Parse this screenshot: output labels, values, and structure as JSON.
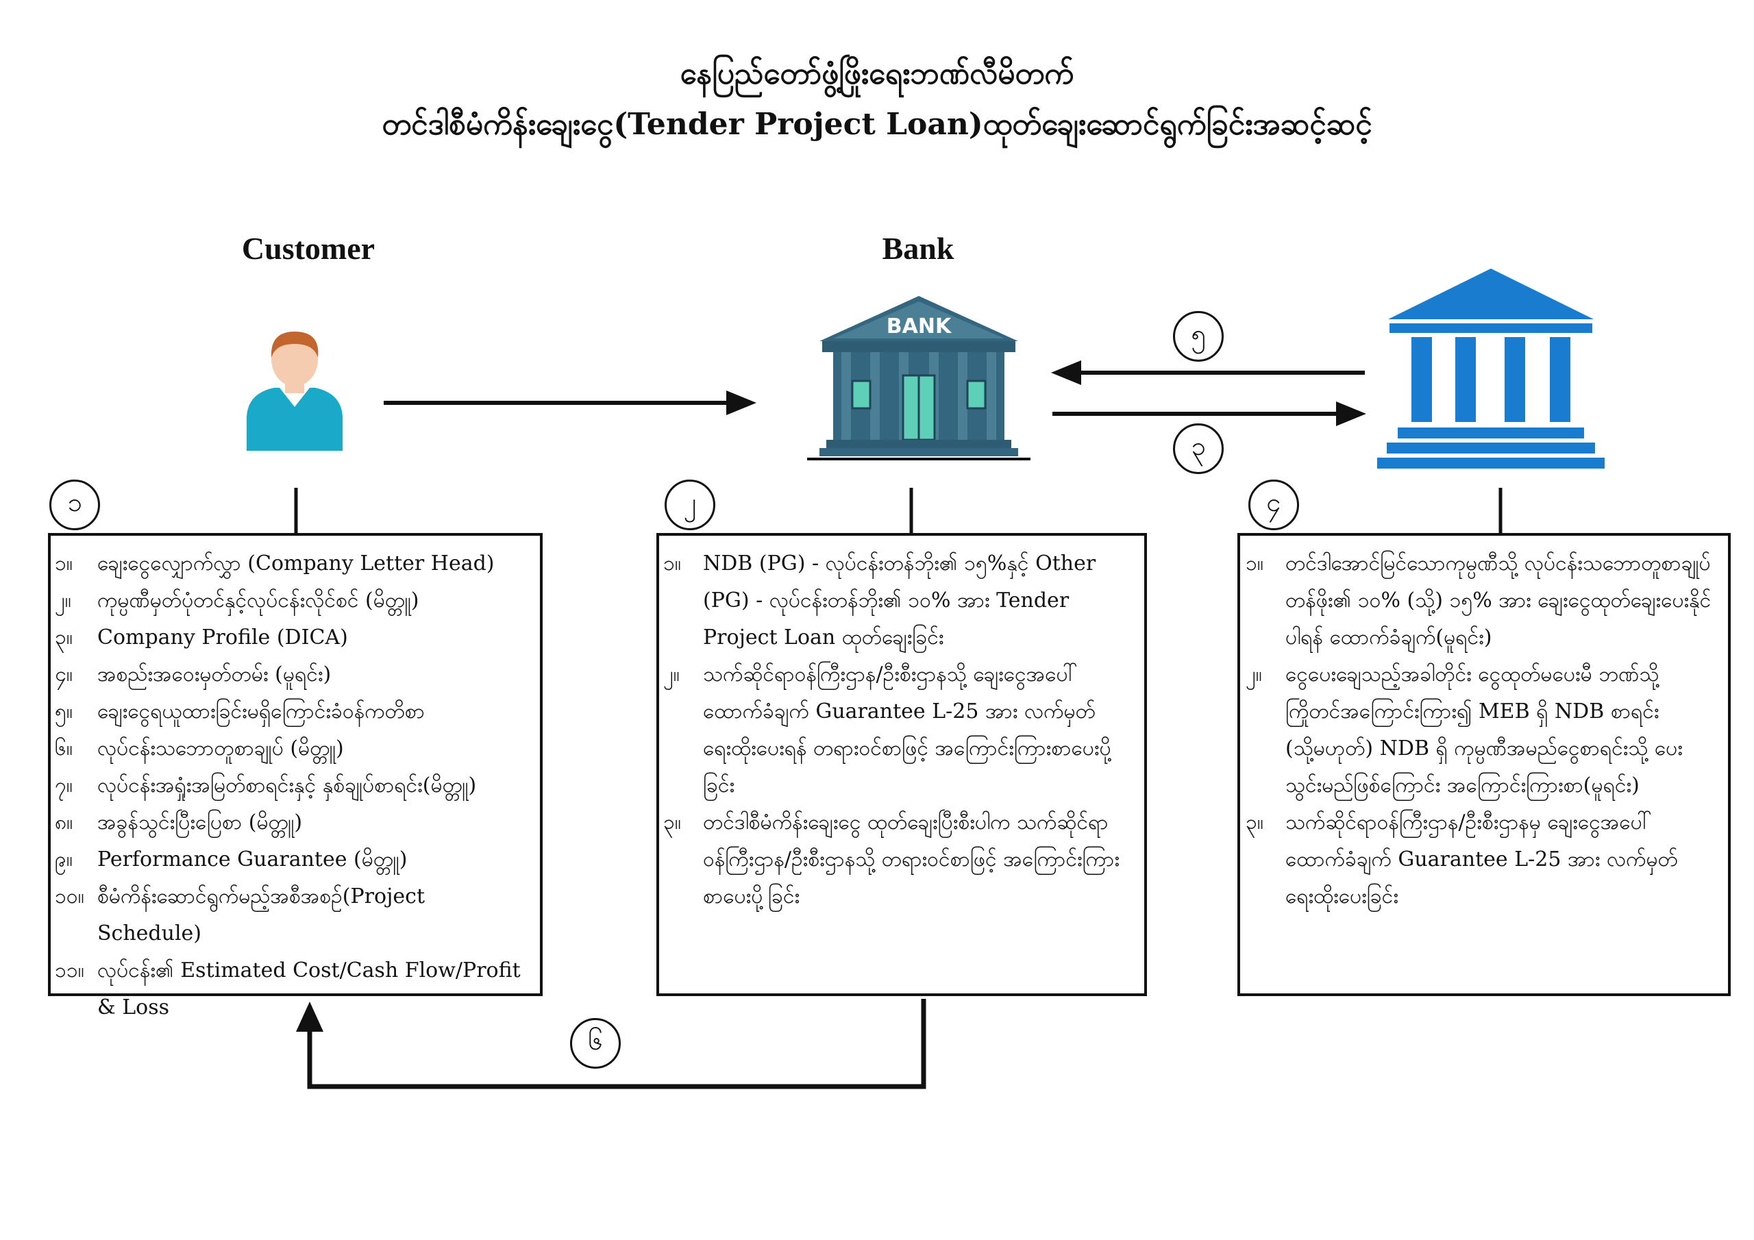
{
  "title_line1": "နေပြည်တော်ဖွံ့ဖြိုးရေးဘဏ်လီမိတက်",
  "title_line2": "တင်ဒါစီမံကိန်းချေးငွေ(Tender Project Loan)ထုတ်ချေးဆောင်ရွက်ခြင်းအဆင့်ဆင့်",
  "customer": {
    "heading": "Customer"
  },
  "bank": {
    "heading": "Bank",
    "sign": "BANK"
  },
  "steps": {
    "one": "၁",
    "two": "၂",
    "three": "၃",
    "four": "၄",
    "five": "၅",
    "six": "၆"
  },
  "customer_box": [
    {
      "num": "၁။",
      "text": "ချေးငွေလျှောက်လွှာ (Company Letter Head)"
    },
    {
      "num": "၂။",
      "text": "ကုမ္ပဏီမှတ်ပုံတင်နှင့်လုပ်ငန်းလိုင်စင် (မိတ္တူ)"
    },
    {
      "num": "၃။",
      "text": "Company Profile (DICA)"
    },
    {
      "num": "၄။",
      "text": "အစည်းအဝေးမှတ်တမ်း (မူရင်း)"
    },
    {
      "num": "၅။",
      "text": "ချေးငွေရယူထားခြင်းမရှိကြောင်းခံဝန်ကတိစာ"
    },
    {
      "num": "၆။",
      "text": "လုပ်ငန်းသဘောတူစာချုပ် (မိတ္တူ)"
    },
    {
      "num": "၇။",
      "text": "လုပ်ငန်းအရှုံးအမြတ်စာရင်းနှင့် နှစ်ချုပ်စာရင်း(မိတ္တူ)"
    },
    {
      "num": "၈။",
      "text": "အခွန်သွင်းပြီးပြေစာ (မိတ္တူ)"
    },
    {
      "num": "၉။",
      "text": "Performance Guarantee (မိတ္တူ)"
    },
    {
      "num": "၁၀။",
      "text": "စီမံကိန်းဆောင်ရွက်မည့်အစီအစဉ်(Project Schedule)"
    },
    {
      "num": "၁၁။",
      "text": "လုပ်ငန်း၏ Estimated Cost/Cash Flow/Profit & Loss"
    }
  ],
  "bank_box": [
    {
      "num": "၁။",
      "text": "NDB (PG) - လုပ်ငန်းတန်ဘိုး၏ ၁၅%နှင့် Other (PG) - လုပ်ငန်းတန်ဘိုး၏ ၁၀% အား Tender Project Loan ထုတ်ချေးခြင်း"
    },
    {
      "num": "၂။",
      "text": "သက်ဆိုင်ရာဝန်ကြီးဌာန/ဦးစီးဌာနသို့ ချေးငွေအပေါ်ထောက်ခံချက် Guarantee L-25 အား လက်မှတ်ရေးထိုးပေးရန် တရားဝင်စာဖြင့် အကြောင်းကြားစာပေးပို့ခြင်း"
    },
    {
      "num": "၃။",
      "text": "တင်ဒါစီမံကိန်းချေးငွေ ထုတ်ချေးပြီးစီးပါက သက်ဆိုင်ရာဝန်ကြီးဌာန/ဦးစီးဌာနသို့ တရားဝင်စာဖြင့် အကြောင်းကြားစာပေးပို့ခြင်း"
    }
  ],
  "ministry_box": [
    {
      "num": "၁။",
      "text": "တင်ဒါအောင်မြင်သောကုမ္ပဏီသို့ လုပ်ငန်းသဘောတူစာချုပ်တန်ဖိုး၏ ၁၀% (သို့) ၁၅% အား ချေးငွေထုတ်ချေးပေးနိုင်ပါရန် ထောက်ခံချက်(မူရင်း)"
    },
    {
      "num": "၂။",
      "text": "ငွေပေးချေသည့်အခါတိုင်း ငွေထုတ်မပေးမီ ဘဏ်သို့ ကြိုတင်အကြောင်းကြား၍ MEB ရှိ NDB စာရင်း (သို့မဟုတ်) NDB ရှိ ကုမ္ပဏီအမည်ငွေစာရင်းသို့ ပေးသွင်းမည်ဖြစ်ကြောင်း အကြောင်းကြားစာ(မူရင်း)"
    },
    {
      "num": "၃။",
      "text": "သက်ဆိုင်ရာဝန်ကြီးဌာန/ဦးစီးဌာနမှ ချေးငွေအပေါ်ထောက်ခံချက် Guarantee L-25 အား လက်မှတ်ရေးထိုးပေးခြင်း"
    }
  ],
  "colors": {
    "bank_building": "#34677f",
    "bank_roof": "#4a7f96",
    "window": "#5fd0b8",
    "ministry_blue": "#1a7ccf",
    "person_shirt": "#1ba9c9",
    "person_skin": "#f6ccb0",
    "person_hair": "#c2652f"
  }
}
